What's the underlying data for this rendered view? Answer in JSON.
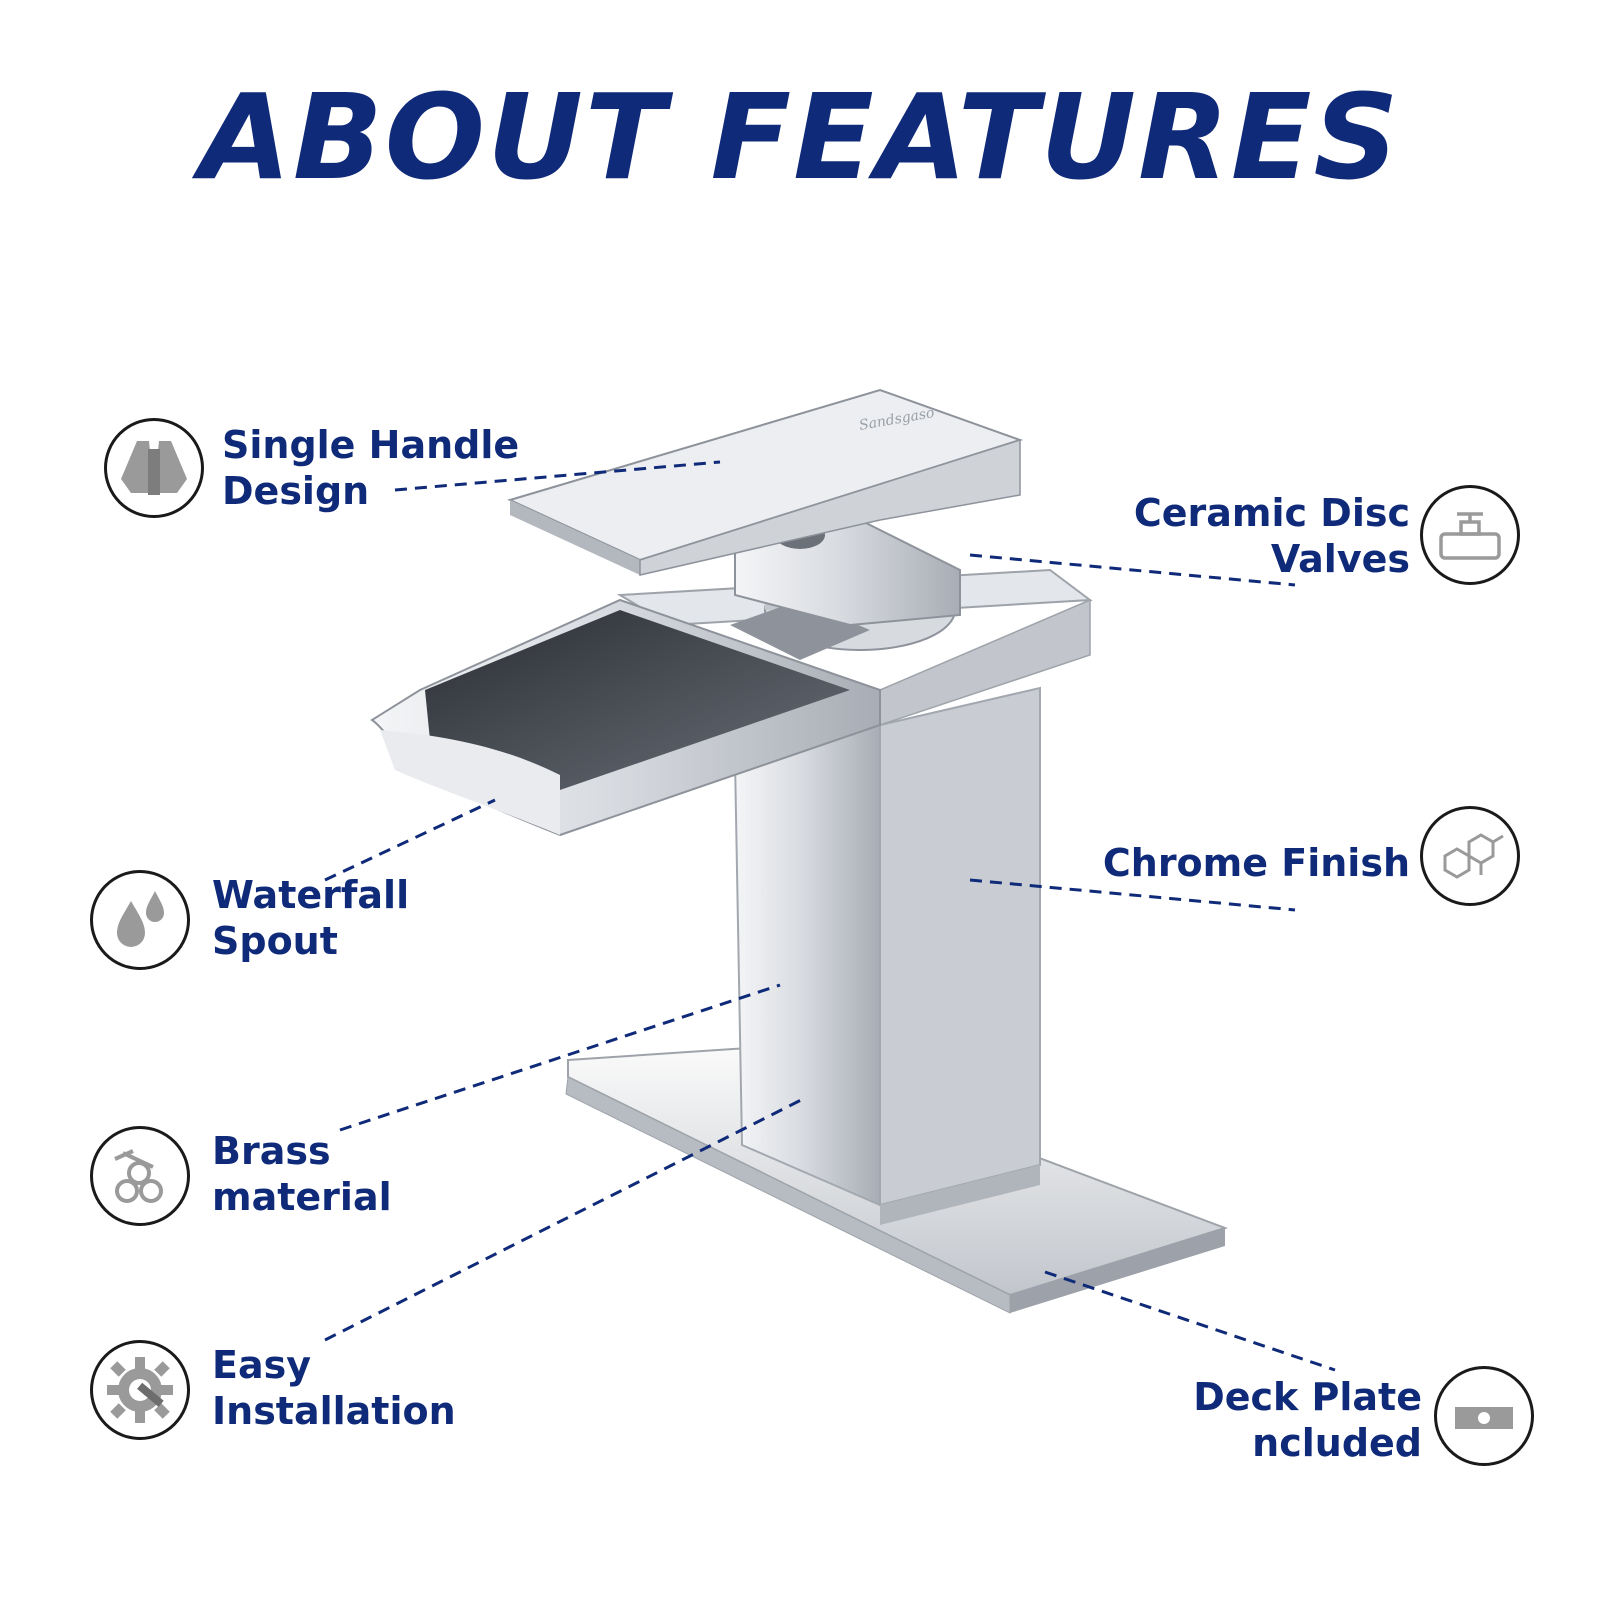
{
  "title": "ABOUT FEATURES",
  "colors": {
    "title": "#0f2a78",
    "label": "#0f2a78",
    "leader_line": "#0f2a78",
    "icon_fill": "#9a9a9a",
    "icon_ring": "#1a1a1a",
    "chrome": "#c8ccd2"
  },
  "features": {
    "single_handle": {
      "lines": [
        "Single Handle",
        "Design"
      ],
      "icon": "coat-icon"
    },
    "waterfall_spout": {
      "lines": [
        "Waterfall",
        "Spout"
      ],
      "icon": "water-drops-icon"
    },
    "brass": {
      "lines": [
        "Brass",
        "material"
      ],
      "icon": "brass-pipes-icon"
    },
    "easy_install": {
      "lines": [
        "Easy",
        "Installation"
      ],
      "icon": "gear-wrench-icon"
    },
    "ceramic": {
      "lines": [
        "Ceramic Disc",
        "Valves"
      ],
      "icon": "valve-icon"
    },
    "chrome": {
      "lines": [
        "Chrome Finish"
      ],
      "icon": "molecule-icon"
    },
    "deck_plate": {
      "lines": [
        "Deck Plate",
        "ncluded"
      ],
      "icon": "deck-plate-icon"
    }
  }
}
